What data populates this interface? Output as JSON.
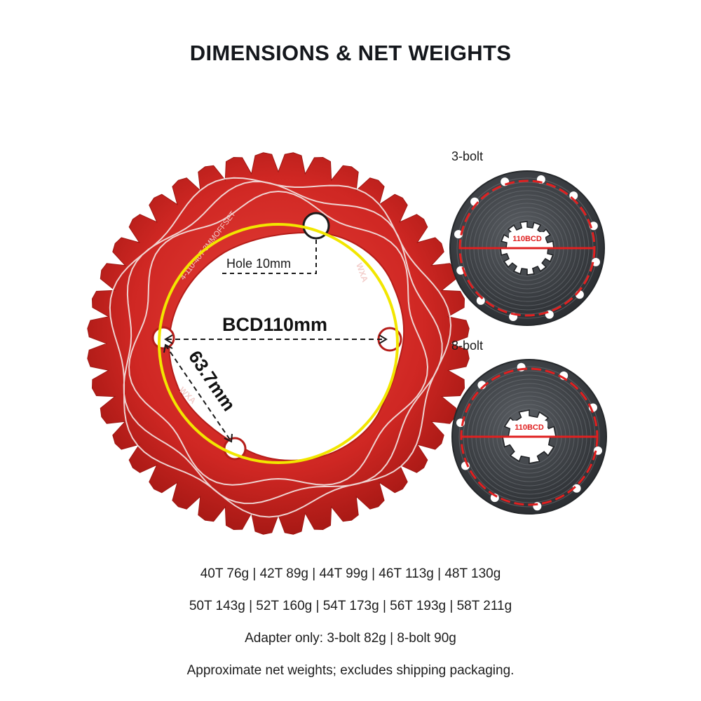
{
  "title": "DIMENSIONS & NET WEIGHTS",
  "chainring": {
    "hole_label": "Hole 10mm",
    "bcd_label": "BCD110mm",
    "offset_label": "63.7mm",
    "engraving": "4-110-40T  3MMOFFSET",
    "brand_mark": "WXA"
  },
  "adapters": [
    {
      "label": "3-bolt",
      "bcd_label": "110BCD",
      "bolts": 3
    },
    {
      "label": "8-bolt",
      "bcd_label": "110BCD",
      "bolts": 8
    }
  ],
  "weights": [
    "40T 76g | 42T 89g | 44T 99g | 46T 113g | 48T 130g",
    "50T 143g | 52T 160g | 54T 173g | 56T 193g | 58T 211g",
    "Adapter only: 3-bolt 82g | 8-bolt 90g",
    "Approximate net weights; excludes shipping packaging."
  ],
  "colors": {
    "chainring": "#d42a26",
    "bcd_circle": "#f2e600",
    "measure": "#d81b1b",
    "adapter": "#3a3d41"
  }
}
